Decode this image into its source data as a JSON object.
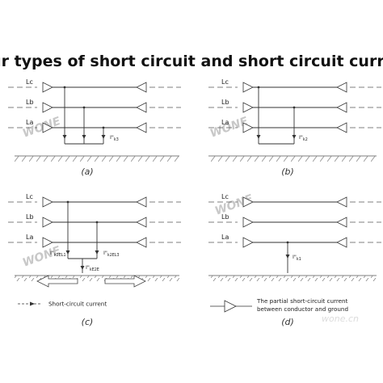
{
  "title": "Four types of short circuit and short circuit current",
  "lines": [
    "Lc",
    "Lb",
    "La"
  ],
  "captions": {
    "a": "(a)",
    "b": "(b)",
    "c": "(c)",
    "d": "(d)"
  },
  "currents": {
    "a": {
      "main": "I\"",
      "sub": "k3"
    },
    "b": {
      "main": "I\"",
      "sub": "k2"
    },
    "c1": {
      "main": "I\"",
      "sub": "k2EL1"
    },
    "c2": {
      "main": "I\"",
      "sub": "k2EL3"
    },
    "c3": {
      "main": "I\"",
      "sub": "kE2E"
    },
    "d": {
      "main": "I\"",
      "sub": "k1"
    }
  },
  "legend": {
    "short_circuit": "Short-circuit current",
    "partial_line1": "The partial short-circuit current",
    "partial_line2": "between conductor and ground"
  },
  "watermark": {
    "main": "WONE",
    "site": "wone.cn"
  }
}
